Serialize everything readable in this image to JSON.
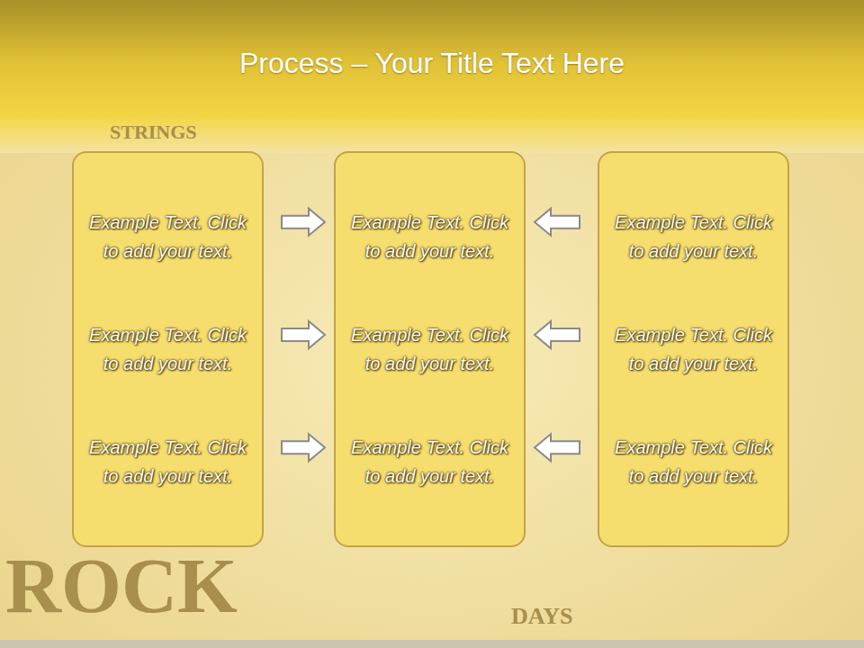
{
  "diagram": {
    "title": "Process – Your Title Text Here",
    "nodes": [
      {
        "text": [
          "Example Text. Click to add your text.",
          "Example Text. Click to add your text.",
          "Example Text. Click to add your text."
        ]
      },
      {
        "text": [
          "Example Text. Click to add your text.",
          "Example Text. Click to add your text.",
          "Example Text. Click to add your text."
        ]
      },
      {
        "text": [
          "Example Text. Click to add your text.",
          "Example Text. Click to add your text.",
          "Example Text. Click to add your text."
        ]
      }
    ],
    "edges": [
      {
        "from": 0,
        "to": 1,
        "arrow": "to"
      },
      {
        "from": 0,
        "to": 1,
        "arrow": "to"
      },
      {
        "from": 0,
        "to": 1,
        "arrow": "to"
      },
      {
        "from": 2,
        "to": 1,
        "arrow": "to"
      },
      {
        "from": 2,
        "to": 1,
        "arrow": "to"
      },
      {
        "from": 2,
        "to": 1,
        "arrow": "to"
      }
    ],
    "labels": [
      "STRINGS",
      "ROCK",
      "DAYS"
    ]
  }
}
